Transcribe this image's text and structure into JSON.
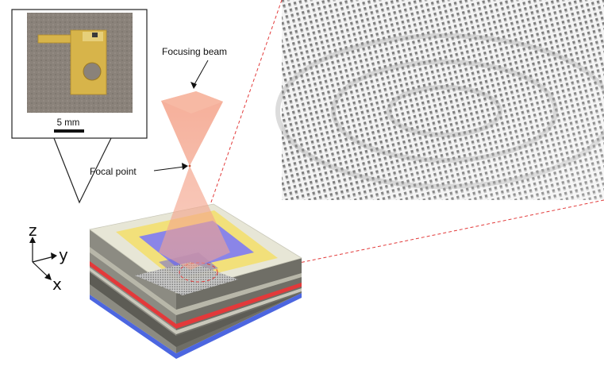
{
  "labels": {
    "focusing_beam": "Focusing beam",
    "focal_point": "Focal point",
    "scale_bar": "5 mm"
  },
  "axes": {
    "z": "z",
    "y": "y",
    "x": "x"
  },
  "colors": {
    "beam": "#f4a58d",
    "gold_layer": "#f2e07a",
    "blue_layer": "#8a85e8",
    "red_stripe": "#e3393a",
    "blue_stripe": "#4c66e0",
    "substrate_top": "#e7e6d6",
    "zoom_line": "#e23b3b",
    "chip_gold": "#d7b44a",
    "photo_bg": "#8a827a"
  },
  "icons": {
    "photo": "device-photo-icon",
    "zoom": "metasurface-zoom-icon"
  }
}
